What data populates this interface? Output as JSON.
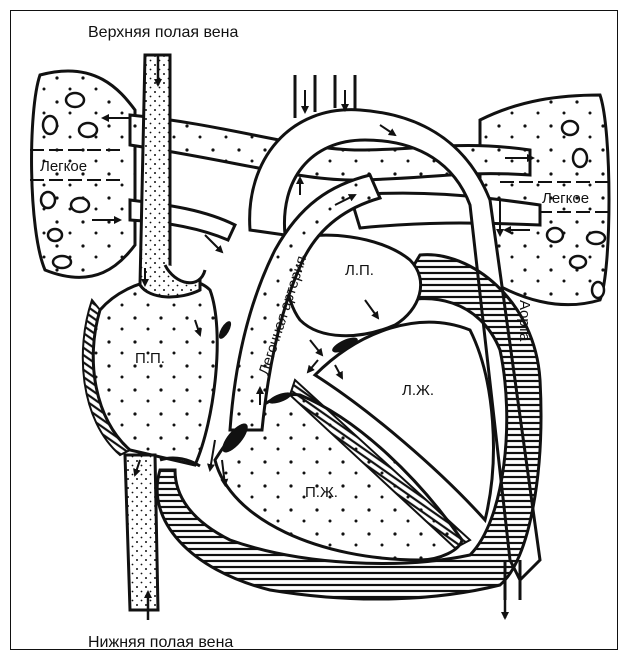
{
  "labels": {
    "svc": "Верхняя полая вена",
    "ivc": "Нижняя полая вена",
    "lung_left": "Легкое",
    "lung_right": "Легкое",
    "pa": "Легочная артерия",
    "aorta": "Аорта",
    "ra": "П.П.",
    "la": "Л.П.",
    "rv": "П.Ж.",
    "lv": "Л.Ж."
  },
  "colors": {
    "line": "#111111",
    "background": "#ffffff"
  }
}
